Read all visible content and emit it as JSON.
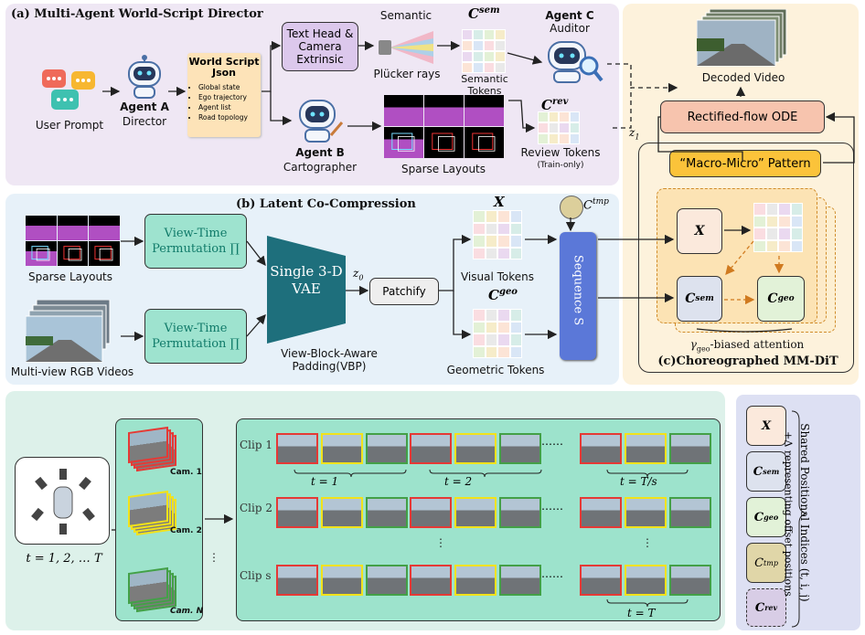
{
  "panel_a": {
    "title": "(a) Multi-Agent World-Script Director",
    "user_prompt": "User Prompt",
    "agent_a_name": "Agent A",
    "agent_a_role": "Director",
    "world_script_title": "World Script Json",
    "world_script_items": [
      "Global state",
      "Ego trajectory",
      "Agent list",
      "Road topology"
    ],
    "text_head": "Text Head & Camera Extrinsic",
    "semantic_label": "Semantic",
    "plucker": "Plücker rays",
    "c_sem_symbol": "C",
    "c_sem_sup": "sem",
    "semantic_tokens": "Semantic Tokens",
    "agent_c_name": "Agent C",
    "agent_c_role": "Auditor",
    "c_rev_sup": "rev",
    "review_tokens": "Review Tokens",
    "train_only": "(Train-only)",
    "agent_b_name": "Agent B",
    "agent_b_role": "Cartographer",
    "sparse_layouts": "Sparse Layouts"
  },
  "panel_b": {
    "title": "(b) Latent Co-Compression",
    "sparse_layouts": "Sparse Layouts",
    "rgb_videos": "Multi-view RGB Videos",
    "perm1": "View-Time Permutation ∏",
    "perm2": "View-Time Permutation ∏",
    "vae": "Single 3-D VAE",
    "z0": "z",
    "z0_sub": "0",
    "patchify": "Patchify",
    "vbp": "View-Block-Aware Padding(VBP)",
    "x_symbol": "X",
    "visual_tokens": "Visual Tokens",
    "c_geo_sup": "geo",
    "geometric_tokens": "Geometric Tokens",
    "c_tmp_sup": "tmp",
    "sequence": "Sequence S"
  },
  "panel_c": {
    "decoded_video": "Decoded Video",
    "ode": "Rectified-flow ODE",
    "z1": "z",
    "z1_sub": "1",
    "pattern": "“Macro-Micro” Pattern",
    "x_symbol": "X",
    "c_sem_sup": "sem",
    "c_geo_sup": "geo",
    "attention": "γ",
    "attention_sub": "geo",
    "attention_tail": "-biased attention",
    "title": "(c)Choreographed MM-DiT"
  },
  "panel_d": {
    "time_label": "t = 1, 2, … T",
    "cam1": "Cam. 1",
    "cam2": "Cam. 2",
    "camN": "Cam. N",
    "clips": [
      "Clip 1",
      "Clip 2",
      "Clip s"
    ],
    "t1": "t = 1",
    "t2": "t = 2",
    "tTs": "t = T/s",
    "tT": "t = T",
    "dots": "……"
  },
  "panel_e": {
    "x_symbol": "X",
    "c_sem_sup": "sem",
    "c_geo_sup": "geo",
    "c_tmp_sup": "tmp",
    "c_rev_sup": "rev",
    "offset_label": "+Δ representing offset positions",
    "shared_label": "Shared Positional Indices (t, i, j)"
  },
  "colors": {
    "panel_a": "#efe7f4",
    "panel_b": "#e7f1f9",
    "panel_c": "#fdf2dc",
    "panel_d": "#ddf1ea",
    "token_x": "#fbe9dc",
    "token_sem": "#dde2ee",
    "token_geo": "#e2f2d8",
    "token_tmp": "#e0d6a8",
    "token_rev": "#d8cde6",
    "cam_red": "#e53935",
    "cam_yellow": "#f2e21a",
    "cam_green": "#43a047",
    "sequence": "#5b78d8"
  }
}
